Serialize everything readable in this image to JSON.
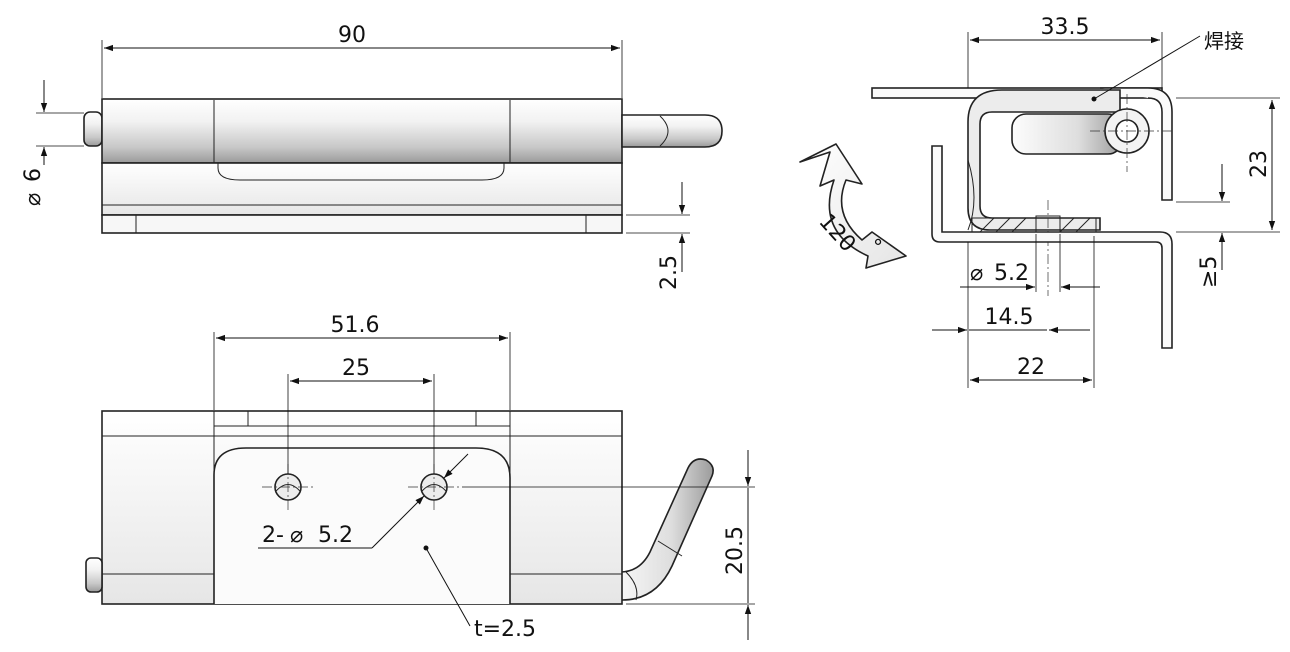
{
  "dimensions": {
    "overall_length": "90",
    "pin_diameter": "6",
    "plate_thickness_side": "2.5",
    "hole_span": "51.6",
    "hole_pitch": "25",
    "hole_spec": "2-",
    "hole_dia": "5.2",
    "plate_height": "20.5",
    "thickness_note": "t=2.5",
    "top_width": "33.5",
    "weld_label": "焊接",
    "height_right": "23",
    "min_gap": "≥5",
    "hole_dia_right": "5.2",
    "hole_offset": "14.5",
    "base_width": "22",
    "rotation": "120"
  },
  "symbols": {
    "diameter": "⌀",
    "degree": "°"
  },
  "colors": {
    "metal_light": "#f4f4f4",
    "metal_mid": "#d9d9d9",
    "metal_dark": "#a8a8a8",
    "line": "#111111"
  }
}
